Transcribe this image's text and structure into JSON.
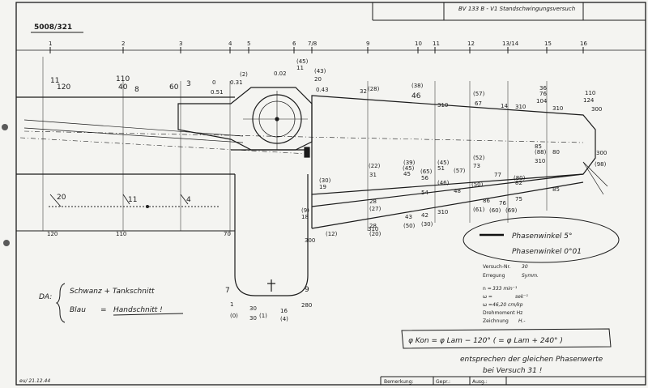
{
  "sheet": {
    "number": "5008/321",
    "title_block": "BV 133 B - V1  Standschwingungsversuch",
    "footer_left": "eu/ 21.12.44",
    "footer_cells": [
      "Bemerkung:",
      "Gepr.:",
      "Ausg.:"
    ]
  },
  "station_ticks": [
    "1",
    "2",
    "3",
    "4",
    "5",
    "6",
    "7/8",
    "9",
    "10",
    "11",
    "12",
    "13/14",
    "15",
    "16"
  ],
  "callouts": {
    "left_tip": [
      "11",
      "120"
    ],
    "inner": [
      "110",
      "40",
      "8"
    ],
    "nacelle_front": [
      "60",
      "3"
    ],
    "nacelle_a": [
      "0",
      "0.51"
    ],
    "nacelle_b": [
      "0.31",
      "(2)"
    ],
    "hub_a": [
      "0.02",
      "11",
      "(45)"
    ],
    "hub_b": [
      "(43)",
      "20",
      "0.43"
    ],
    "span_a": [
      "32",
      "(28)"
    ],
    "span_b": [
      "(38)",
      "46"
    ],
    "span_c": "310",
    "span_d": [
      "(57)",
      "67"
    ],
    "span_e": [
      "14",
      "310"
    ],
    "span_f": [
      "36",
      "76",
      "104"
    ],
    "span_g": "310",
    "tip": [
      "110",
      "124",
      "300"
    ],
    "lower_left": "20",
    "lower_mid": "11",
    "lower_right": "4",
    "bottom_left_axis": "120",
    "bottom_mid_axis": "110",
    "bottom_right_axis": "70",
    "wing_mid_1": [
      "(22)",
      "31"
    ],
    "wing_mid_2": [
      "(39)",
      "(45)",
      "45"
    ],
    "wing_root_a": [
      "(30)",
      "19",
      "(9)",
      "18"
    ],
    "wing_root_b": [
      "300",
      "(12)",
      "310"
    ],
    "wing_lower": [
      "28",
      "(27)",
      "28",
      "(20)"
    ],
    "wing_lower_2": [
      "43",
      "(50)",
      "42",
      "(30)",
      "310"
    ],
    "wing_lower_3": [
      "(65)",
      "(45)",
      "(46)",
      "51",
      "56",
      "54",
      "(57)",
      "48"
    ],
    "wing_lower_4": [
      "(52)",
      "73",
      "(50)",
      "(61)",
      "86",
      "76"
    ],
    "wing_lower_5": [
      "77",
      "(80)",
      "75",
      "(60)",
      "(69)"
    ],
    "wing_right": [
      "85",
      "(88)",
      "80",
      "82",
      "85",
      "310",
      "300",
      "(98)"
    ],
    "fin_left": [
      "7",
      "1",
      "(0)"
    ],
    "fin_mid": [
      "30",
      "30",
      "(1)"
    ],
    "fin_right": [
      "9",
      "16",
      "(4)",
      "280"
    ]
  },
  "notes": {
    "da_prefix": "DA:",
    "da_line1": "Schwanz + Tankschnitt",
    "da_line2_a": "Blau",
    "da_line2_b": "=",
    "da_line2_c": "Handschnitt !",
    "legend_line1": "Phasenwinkel 5°",
    "legend_line2": "Phasenwinkel 0°01",
    "params": [
      [
        "Versuch-Nr.",
        "30"
      ],
      [
        "Erregung",
        "Symm."
      ],
      [
        "n =",
        "333  min⁻¹"
      ],
      [
        "ω =",
        "sek⁻¹"
      ],
      [
        "ω =",
        "46,20  cm/kp"
      ],
      [
        "Drehmoment Hz",
        ""
      ],
      [
        "Zeichnung",
        "H.-"
      ]
    ],
    "formula": "φ Kon  =  φ Lam  − 120°   ( = φ Lam + 240° )",
    "formula_note_1": "entsprechen der gleichen Phasenwerte",
    "formula_note_2": "bei Versuch 31 !"
  }
}
